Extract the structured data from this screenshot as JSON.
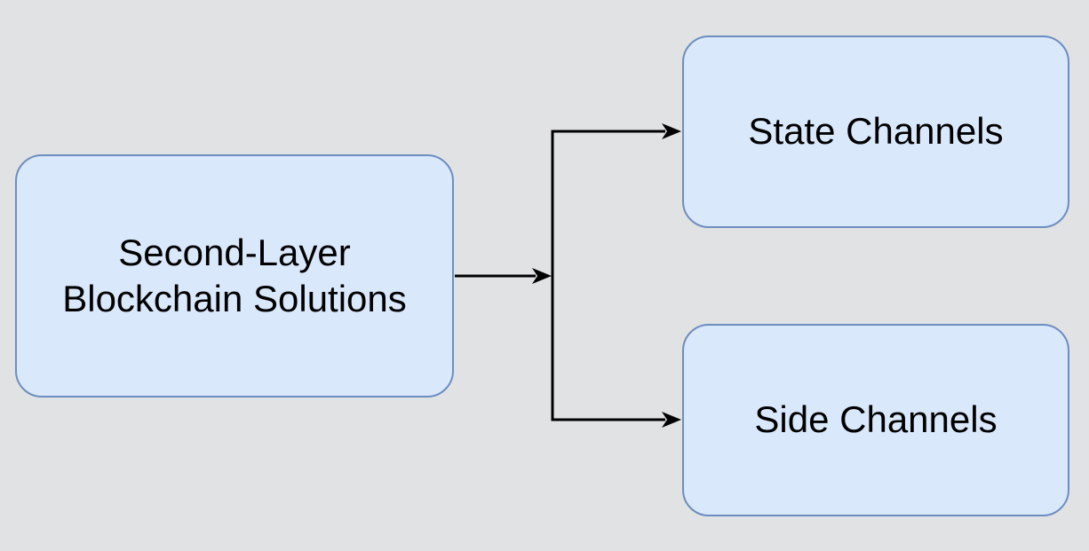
{
  "colors": {
    "bg": "#e1e2e3",
    "node-fill": "#dae8fc",
    "node-border": "#6c8ebf",
    "connector": "#000000",
    "text": "#000000"
  },
  "nodes": {
    "root": {
      "label": "Second-Layer Blockchain Solutions",
      "line1": "Second-Layer",
      "line2": "Blockchain Solutions"
    },
    "state": {
      "label": "State Channels"
    },
    "side": {
      "label": "Side Channels"
    }
  },
  "edges": [
    {
      "from": "Second-Layer Blockchain Solutions",
      "to": "State Channels"
    },
    {
      "from": "Second-Layer Blockchain Solutions",
      "to": "Side Channels"
    }
  ]
}
